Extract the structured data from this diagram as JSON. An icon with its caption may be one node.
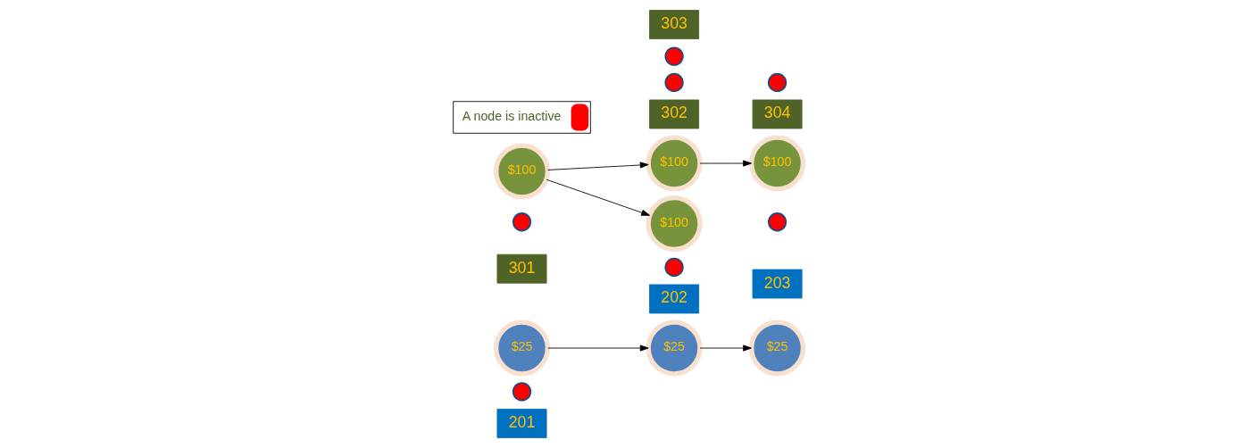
{
  "diagram": {
    "nodes": [
      {
        "text": [
          "201"
        ]
      },
      {
        "text": [],
        "shape": "circle"
      },
      {
        "text": [
          "$25"
        ]
      },
      {
        "text": [
          "202"
        ]
      },
      {
        "text": [],
        "shape": "circle"
      },
      {
        "text": [
          "$25"
        ]
      },
      {
        "text": [
          "203"
        ]
      },
      {
        "text": [],
        "shape": "circle"
      },
      {
        "text": [
          "$25"
        ]
      },
      {
        "text": [
          "301"
        ]
      },
      {
        "text": [],
        "shape": "circle"
      },
      {
        "text": [
          "$100"
        ]
      },
      {
        "text": [
          "302"
        ]
      },
      {
        "text": [],
        "shape": "circle"
      },
      {
        "text": [
          "$100"
        ]
      },
      {
        "text": [
          "304"
        ]
      },
      {
        "text": [],
        "shape": "circle"
      },
      {
        "text": [
          "$100"
        ]
      },
      {
        "text": [],
        "shape": "circle"
      },
      {
        "text": [
          "$100"
        ]
      },
      {
        "text": [
          "303"
        ]
      }
    ],
    "edges": [
      {
        "from": 2,
        "to": 5,
        "arrow": "to"
      },
      {
        "from": 5,
        "to": 8,
        "arrow": "to"
      },
      {
        "from": 11,
        "to": 14,
        "arrow": "to"
      },
      {
        "from": 14,
        "to": 17,
        "arrow": "to"
      },
      {
        "from": 11,
        "to": 19,
        "arrow": "to"
      }
    ],
    "legend": [
      {
        "text": "A node is inactive",
        "color": "#ff0000"
      }
    ]
  }
}
